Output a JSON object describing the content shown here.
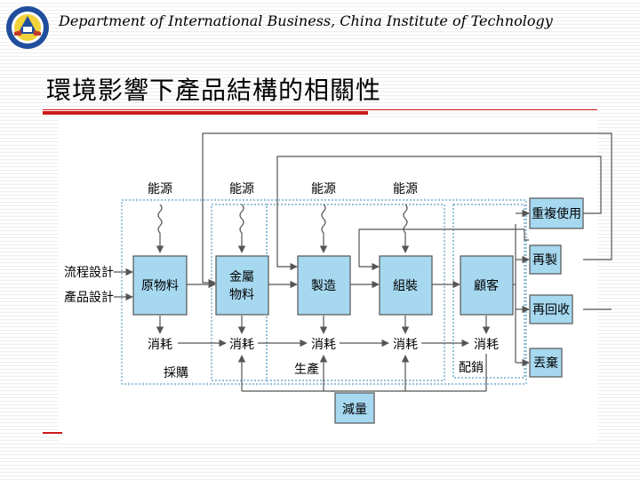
{
  "header": {
    "department": "Department of International Business, China Institute of Technology",
    "logo_icon": "institute-seal-logo"
  },
  "slide": {
    "title": "環境影響下產品結構的相關性"
  },
  "diagram": {
    "energy_label": "能源",
    "inputs": {
      "process_design": "流程設計",
      "product_design": "產品設計"
    },
    "stages": {
      "raw_material": "原物料",
      "metal_material_line1": "金屬",
      "metal_material_line2": "物料",
      "manufacturing": "製造",
      "assembly": "組裝",
      "customer": "顧客"
    },
    "consumption_label": "消耗",
    "phase_labels": {
      "purchasing": "採購",
      "production": "生產",
      "distribution": "配銷"
    },
    "end_of_life": {
      "reuse": "重複使用",
      "remanufacture": "再製",
      "recycle": "再回收",
      "discard": "丟棄"
    },
    "reduction": "減量",
    "colors": {
      "box_fill": "#a6d8f0",
      "box_stroke": "#555555",
      "dashed_group": "#5a9ec2",
      "title_accent": "#cc1a1a",
      "line": "#555555"
    }
  }
}
